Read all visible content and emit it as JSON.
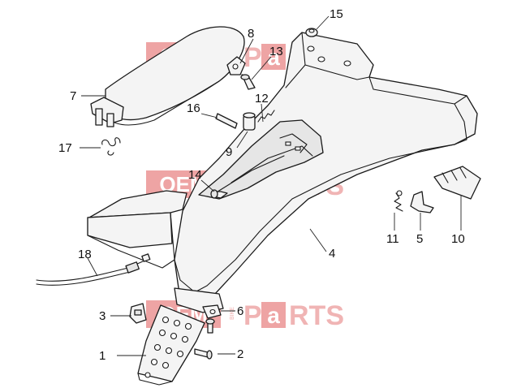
{
  "watermark": {
    "brand_left": "OEM",
    "brand_mid": "BIKE",
    "brand_right_pre": "P",
    "brand_right_a": "a",
    "brand_right_post": "RTS"
  },
  "callouts": [
    "1",
    "2",
    "3",
    "4",
    "5",
    "6",
    "7",
    "8",
    "9",
    "10",
    "11",
    "12",
    "13",
    "14",
    "15",
    "16",
    "17",
    "18"
  ]
}
